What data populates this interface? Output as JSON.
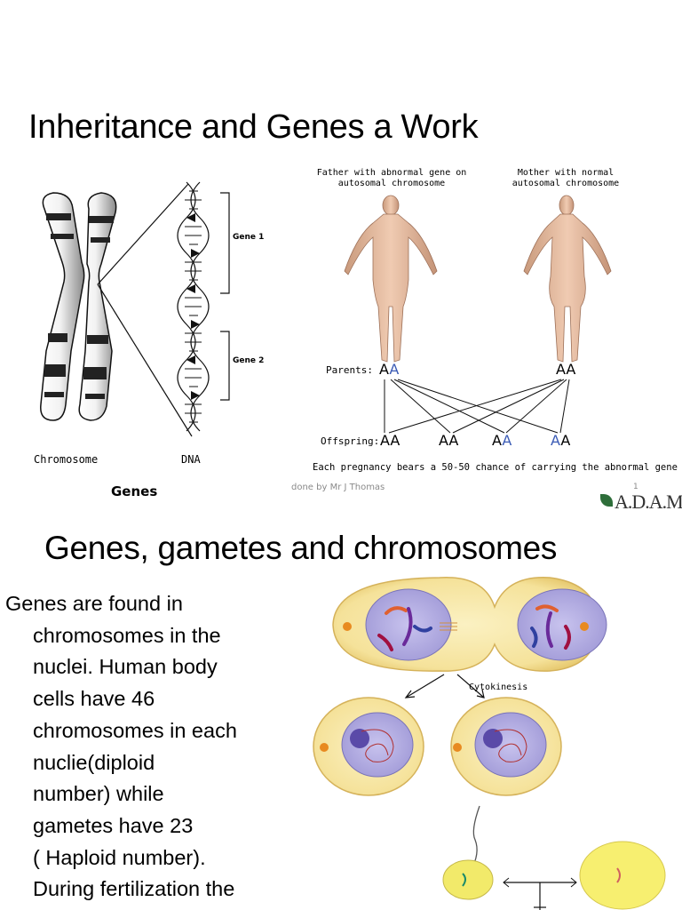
{
  "slide1": {
    "title": "Inheritance and Genes a Work",
    "chromosome_label": "Chromosome",
    "dna_label": "DNA",
    "gene1_label": "Gene 1",
    "gene2_label": "Gene 2",
    "genes_caption": "Genes",
    "father_caption": "Father with abnormal gene on\nautosomal chromosome",
    "mother_caption": "Mother with normal\nautosomal chromosome",
    "parents_label": "Parents:",
    "father_genotype": [
      "A",
      "A"
    ],
    "mother_genotype": [
      "A",
      "A"
    ],
    "offspring_label": "Offspring:",
    "offspring": [
      [
        "A",
        "A"
      ],
      [
        "A",
        "A"
      ],
      [
        "A",
        "A"
      ],
      [
        "A",
        "A"
      ]
    ],
    "bottom_note": "Each pregnancy bears a 50-50 chance of carrying the abnormal gene",
    "credit": "done by Mr J Thomas",
    "page_number": "1",
    "logo_text": "A.D.A.M.",
    "normal_allele_color": "#000000",
    "abnormal_allele_color": "#3b5bb5"
  },
  "slide2": {
    "title": "Genes, gametes and chromosomes",
    "body_lines": [
      "Genes are found in",
      "chromosomes in the",
      "nuclei. Human body",
      "cells have 46",
      "chromosomes in each",
      "nuclie(diploid",
      "number)  while",
      "gametes have 23",
      "( Haploid number).",
      "During fertilization the"
    ],
    "cytokinesis_label": "Cytokinesis",
    "cell_color": "#f7e8a0",
    "nucleus_color": "#b9b4e6"
  }
}
